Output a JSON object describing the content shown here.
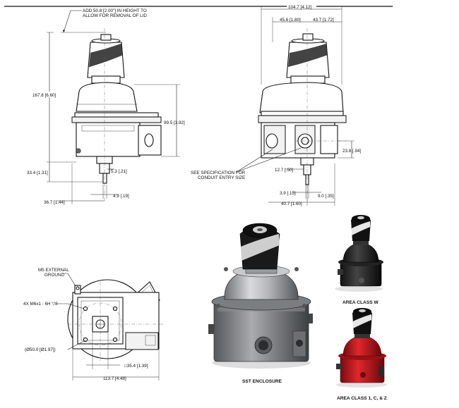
{
  "top_border": true,
  "front_view": {
    "note_lid": [
      "ADD 50.8 [2.00\"] IN HEIGHT TO",
      "ALLOW FOR REMOVAL OF LID"
    ],
    "dim_total_height": "167.8 [6.60]",
    "dim_body_height": "99.5 [3.92]",
    "dim_lower_height": "33.4 [1.31]",
    "dim_shaft_a": "5.3 [.21]",
    "dim_shaft_b": "4.9 [.19]",
    "dim_left_offset": "36.7 [1.44]"
  },
  "side_view": {
    "dim_width": "104.7 [4.12]",
    "dim_left_half": "45.6 [1.80]",
    "dim_right_half": "43.7 [1.72]",
    "dim_conduit_height": "23.8 [.94]",
    "dim_conduit_offset": "12.7 [.50]",
    "note_conduit": [
      "SEE SPECIFICATION FOR",
      "CONDUIT ENTRY SIZE"
    ],
    "dim_bottom_a": "3.9 [.15]",
    "dim_bottom_b": "9.0 [.35]",
    "dim_bottom_width": "40.7 [1.60]"
  },
  "bottom_view": {
    "label_ground": [
      "M5 EXTERNAL",
      "GROUND"
    ],
    "label_thread": "4X M6x1 - 6H ▽8",
    "label_bolt_circle": "(Ø50.0 [Ø1.97])",
    "dim_square": "□35.4 [1.39]",
    "dim_overall": "113.7 [4.48]"
  },
  "photos": {
    "sst_caption": "SST ENCLOSURE",
    "area_w_caption": "AREA CLASS W",
    "area_cz_caption": "AREA CLASS 1, C, & Z",
    "colors": {
      "black_body": "#1e1e1e",
      "red_body": "#c0141a",
      "steel": "#a9abae"
    }
  }
}
